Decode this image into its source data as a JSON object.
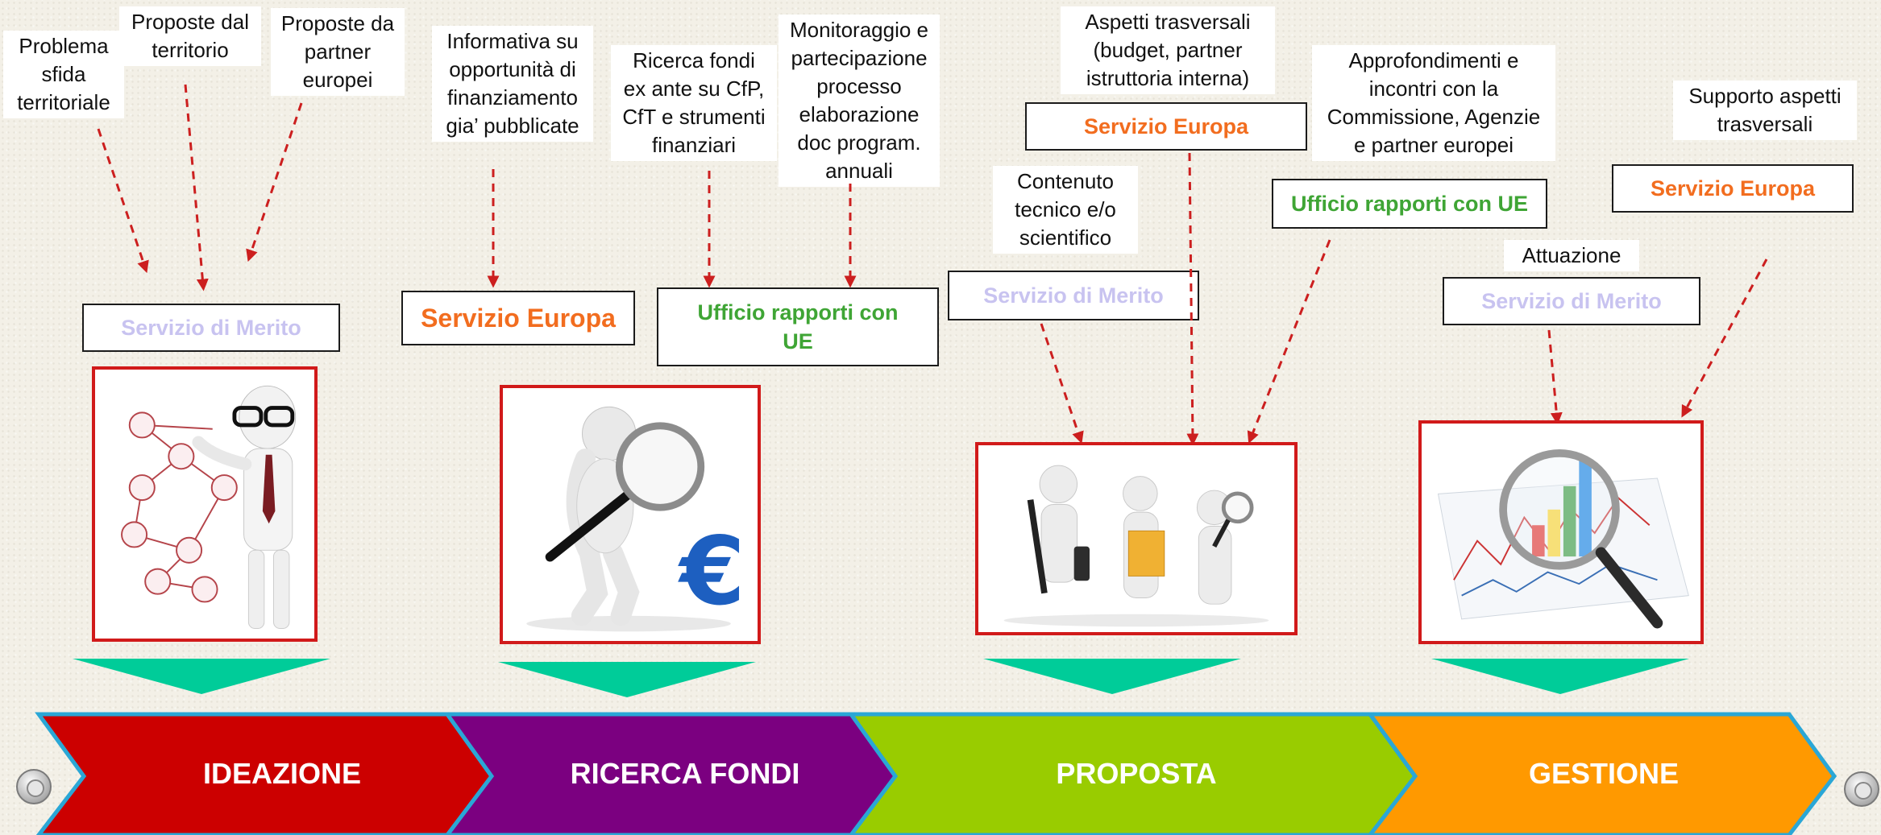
{
  "colors": {
    "red": "#cc0000",
    "purple": "#7b0080",
    "green": "#99cc00",
    "orange": "#ff9900",
    "teal": "#00cc99",
    "europa_orange": "#f26d1f",
    "merito_lavender": "#c8c3f0",
    "ue_green": "#3fa535"
  },
  "phases": [
    {
      "label": "IDEAZIONE"
    },
    {
      "label": "RICERCA FONDI"
    },
    {
      "label": "PROPOSTA"
    },
    {
      "label": "GESTIONE"
    }
  ],
  "notes": {
    "problema": "Problema\nsfida\nterritoriale",
    "proposte_territorio": "Proposte dal\nterritorio",
    "proposte_partner": "Proposte da\npartner\neuropei",
    "informativa": "Informativa su\nopportunità di\nfinanziamento\ngia’ pubblicate",
    "ricerca_fondi": "Ricerca fondi\nex ante  su CfP,\nCfT e strumenti\nfinanziari",
    "monitoraggio": "Monitoraggio e\npartecipazione\nprocesso\nelaborazione\ndoc program.\nannuali",
    "aspetti_trasversali": "Aspetti trasversali\n(budget, partner\nistruttoria interna)",
    "contenuto": "Contenuto\ntecnico e/o\nscientifico",
    "approfondimenti": "Approfondimenti e\nincontri con la\nCommissione, Agenzie\ne partner europei",
    "supporto": "Supporto aspetti\ntrasversali",
    "attuazione": "Attuazione"
  },
  "boxes": {
    "merito_1": "Servizio di Merito",
    "europa_1": "Servizio Europa",
    "ue_1": "Ufficio rapporti con\nUE",
    "merito_2": "Servizio di Merito",
    "europa_2": "Servizio Europa",
    "ue_2": "Ufficio rapporti con UE",
    "merito_3": "Servizio di Merito",
    "europa_3": "Servizio Europa"
  },
  "images": [
    {
      "icon": "network-man-icon"
    },
    {
      "icon": "magnifier-euro-icon"
    },
    {
      "icon": "team-figures-icon"
    },
    {
      "icon": "chart-magnifier-icon"
    }
  ]
}
